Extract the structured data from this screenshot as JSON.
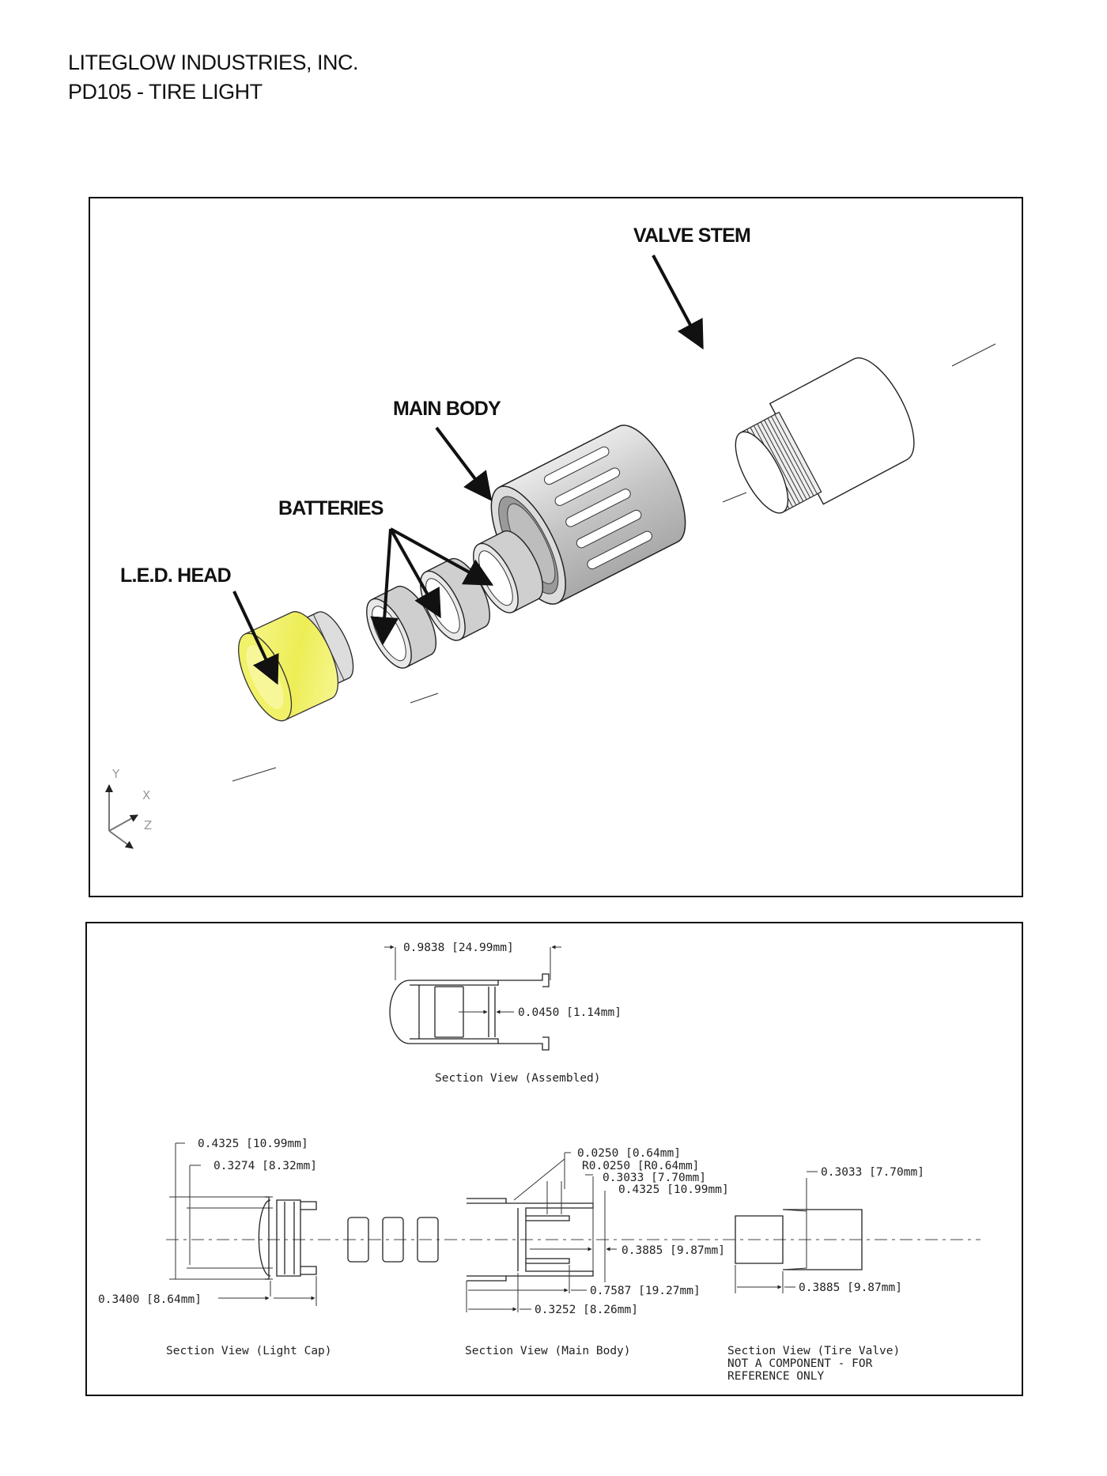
{
  "header": {
    "company": "LITEGLOW INDUSTRIES, INC.",
    "product": "PD105 - TIRE LIGHT"
  },
  "exploded_view": {
    "callouts": {
      "valve_stem": "VALVE STEM",
      "main_body": "MAIN BODY",
      "batteries": "BATTERIES",
      "led_head": "L.E.D. HEAD"
    },
    "axes": {
      "y": "Y",
      "x": "X",
      "z": "Z"
    },
    "colors": {
      "led": "#f2f26a",
      "body": "#d6d6d6",
      "line": "#222222"
    }
  },
  "section_views": {
    "assembled": {
      "caption": "Section View (Assembled)",
      "dims": [
        "0.9838 [24.99mm]",
        "0.0450 [1.14mm]"
      ]
    },
    "light_cap": {
      "caption": "Section View (Light Cap)",
      "dims": [
        "0.4325 [10.99mm]",
        "0.3274 [8.32mm]",
        "0.3400 [8.64mm]"
      ]
    },
    "main_body": {
      "caption": "Section View (Main Body)",
      "dims": [
        "0.0250 [0.64mm]",
        "R0.0250 [R0.64mm]",
        "0.3033 [7.70mm]",
        "0.4325 [10.99mm]",
        "0.3885 [9.87mm]",
        "0.7587 [19.27mm]",
        "0.3252 [8.26mm]"
      ]
    },
    "tire_valve": {
      "caption_lines": [
        "Section View (Tire Valve)",
        "NOT A COMPONENT - FOR",
        "REFERENCE ONLY"
      ],
      "dims": [
        "0.3033 [7.70mm]",
        "0.3885 [9.87mm]"
      ]
    }
  }
}
